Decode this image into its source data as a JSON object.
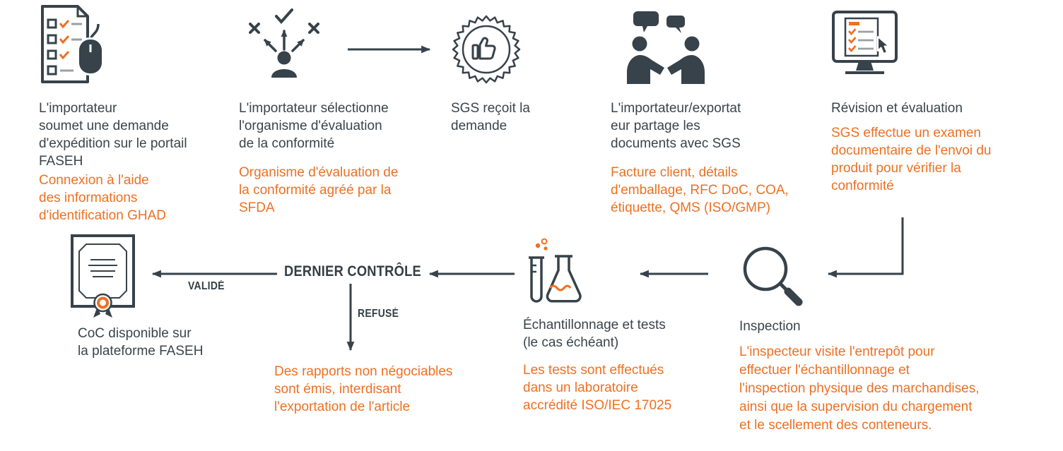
{
  "colors": {
    "dark": "#37424A",
    "text_dark": "#3A444B",
    "orange": "#EE7023",
    "line_gray": "#98A0A4"
  },
  "steps": {
    "submit": {
      "title": "L'importateur\nsoumet une demande\nd'expédition sur le portail\nFASEH",
      "note": "Connexion à l'aide\ndes informations\nd'identification GHAD"
    },
    "select_cab": {
      "title": "L'importateur sélectionne\nl'organisme d'évaluation\nde la conformité",
      "note": "Organisme d'évaluation de\nla conformité agréé par la\nSFDA"
    },
    "sgs_receives": {
      "title": "SGS reçoit la\ndemande"
    },
    "share_documents": {
      "title": "L'importateur/exportat\neur partage les\ndocuments avec SGS",
      "note": "Facture client, détails\nd'emballage, RFC DoC, COA,\nétiquette, QMS (ISO/GMP)"
    },
    "review": {
      "title": "Révision et évaluation",
      "note": "SGS effectue un examen\ndocumentaire de l'envoi du\nproduit pour vérifier la\nconformité"
    },
    "inspection": {
      "title": "Inspection",
      "note": "L'inspecteur visite l'entrepôt pour\neffectuer l'échantillonnage et\nl'inspection physique des marchandises,\nainsi que la supervision du chargement\net le scellement des conteneurs."
    },
    "sampling": {
      "title": "Échantillonnage et tests\n(le cas échéant)",
      "note": "Les tests sont effectués\ndans un laboratoire\naccrédité ISO/IEC 17025"
    },
    "final_check": {
      "label": "DERNIER CONTRÔLE",
      "approved": "VALIDÉ",
      "rejected": "REFUSÉ",
      "rejected_note": "Des rapports non négociables\nsont émis, interdisant\nl'exportation de l'article"
    },
    "coc": {
      "title": "CoC disponible sur\nla plateforme FASEH"
    }
  }
}
